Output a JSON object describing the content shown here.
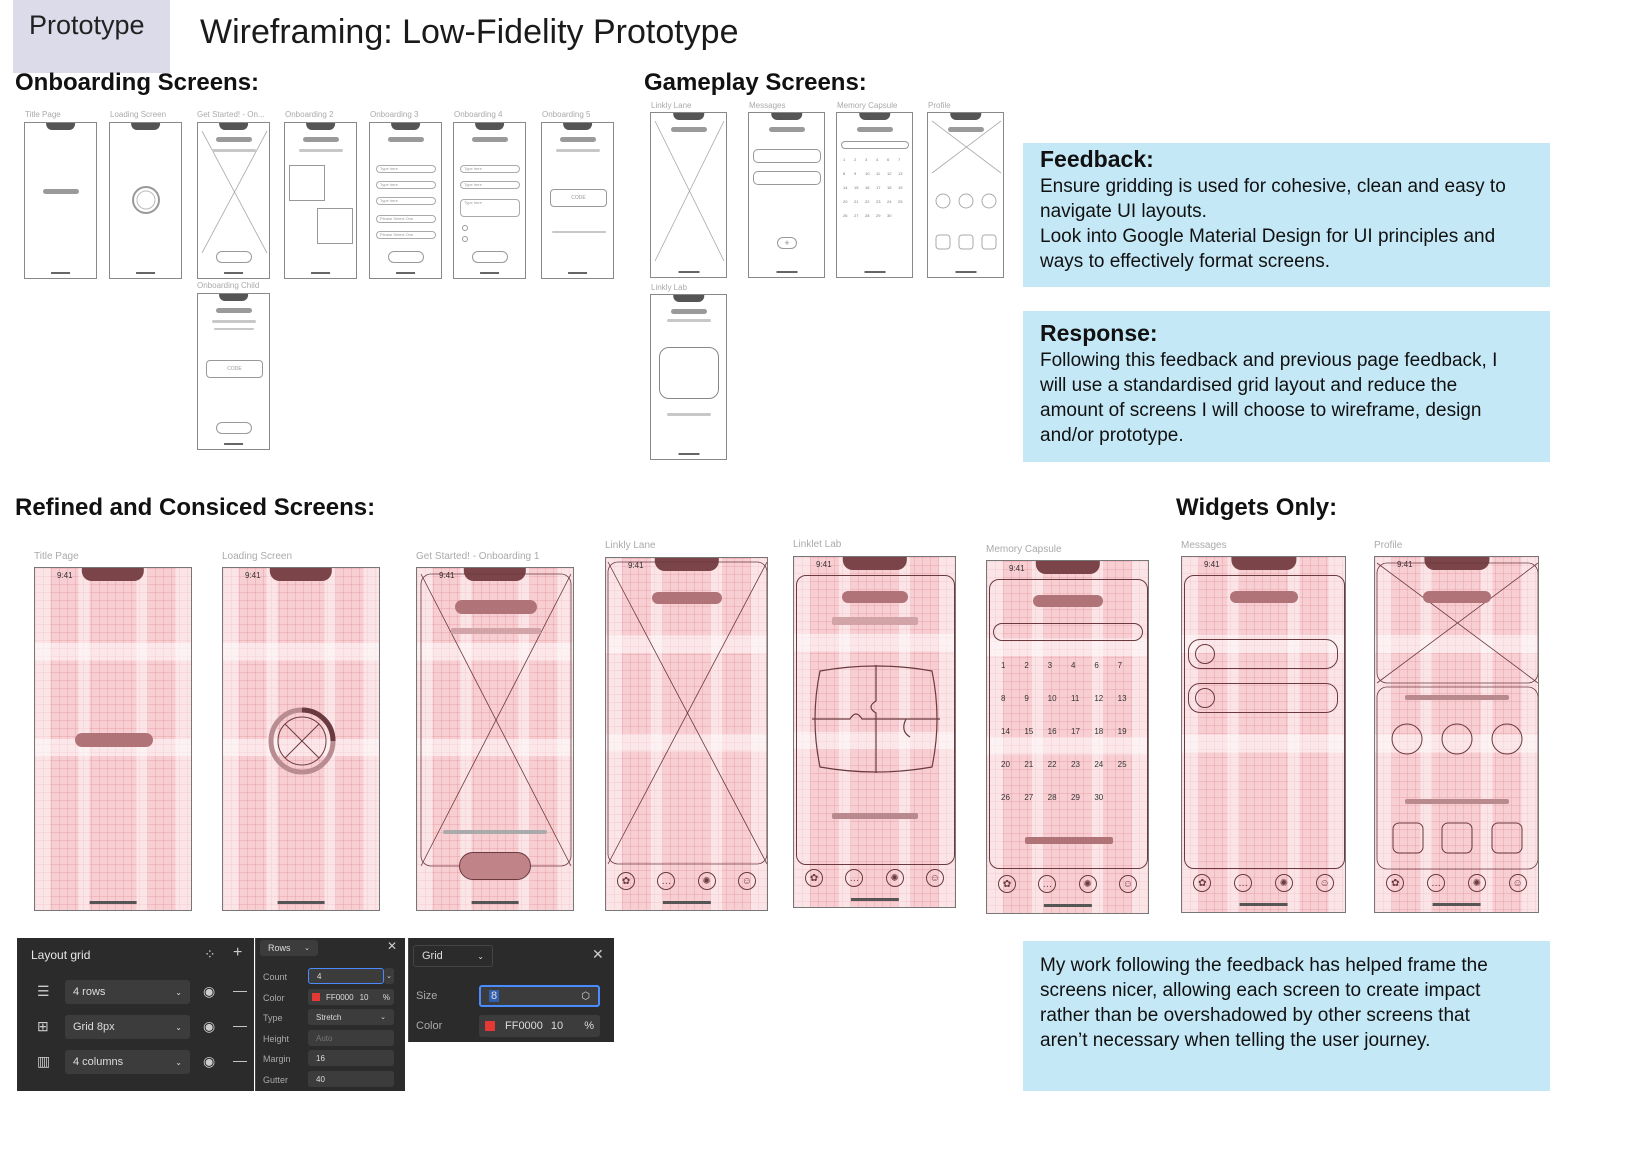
{
  "header": {
    "tag": "Prototype",
    "title": "Wireframing: Low-Fidelity Prototype"
  },
  "sections": {
    "onboarding": "Onboarding Screens:",
    "gameplay": "Gameplay Screens:",
    "refined": "Refined and Consiced Screens:",
    "widgets": "Widgets Only:"
  },
  "onboarding_screens": [
    "Title Page",
    "Loading Screen",
    "Get Started! - On...",
    "Onboarding 2",
    "Onboarding 3",
    "Onboarding 4",
    "Onboarding 5",
    "Onboarding Child"
  ],
  "gameplay_screens": [
    "Linkly Lane",
    "Messages",
    "Memory Capsule",
    "Profile",
    "Linkly Lab"
  ],
  "refined_screens": [
    "Title Page",
    "Loading Screen",
    "Get Started! - Onboarding 1",
    "Linkly Lane",
    "Linklet Lab",
    "Memory Capsule"
  ],
  "widget_screens": [
    "Messages",
    "Profile"
  ],
  "status_time": "9:41",
  "mini_text": {
    "type_here": "Type here",
    "please_select": "Please Select One",
    "code": "CODE"
  },
  "calendar": [
    "1",
    "2",
    "3",
    "4",
    "6",
    "7",
    "8",
    "9",
    "10",
    "11",
    "12",
    "13",
    "14",
    "15",
    "16",
    "17",
    "18",
    "19",
    "20",
    "21",
    "22",
    "23",
    "24",
    "25",
    "26",
    "27",
    "28",
    "29",
    "30"
  ],
  "feedback": {
    "title": "Feedback:",
    "lines": [
      "Ensure gridding is used for cohesive, clean and easy to navigate UI layouts.",
      "Look into Google Material Design for UI principles and ways to effectively format screens."
    ]
  },
  "response": {
    "title": "Response:",
    "text": "Following this feedback and previous page feedback, I will use a standardised grid layout and reduce the amount of screens I will choose to wireframe, design and/or prototype."
  },
  "conclusion": "My work following the feedback has helped frame the screens nicer, allowing each screen to create impact rather than be overshadowed by other screens that aren’t necessary when telling the user journey.",
  "layout_grid": {
    "title": "Layout grid",
    "items": [
      "4 rows",
      "Grid 8px",
      "4 columns"
    ]
  },
  "rows_panel": {
    "mode": "Rows",
    "count_label": "Count",
    "count": "4",
    "color_label": "Color",
    "color": "FF0000",
    "opacity": "10",
    "percent": "%",
    "type_label": "Type",
    "type": "Stretch",
    "height_label": "Height",
    "height": "Auto",
    "margin_label": "Margin",
    "margin": "16",
    "gutter_label": "Gutter",
    "gutter": "40"
  },
  "grid_panel": {
    "mode": "Grid",
    "size_label": "Size",
    "size": "8",
    "color_label": "Color",
    "color": "FF0000",
    "opacity": "10",
    "percent": "%"
  },
  "colors": {
    "note_bg": "#c5e8f7",
    "grid_pink": "#f7cfd3",
    "panel_dark": "#2b2b2b",
    "accent_blue": "#4a8cff"
  }
}
